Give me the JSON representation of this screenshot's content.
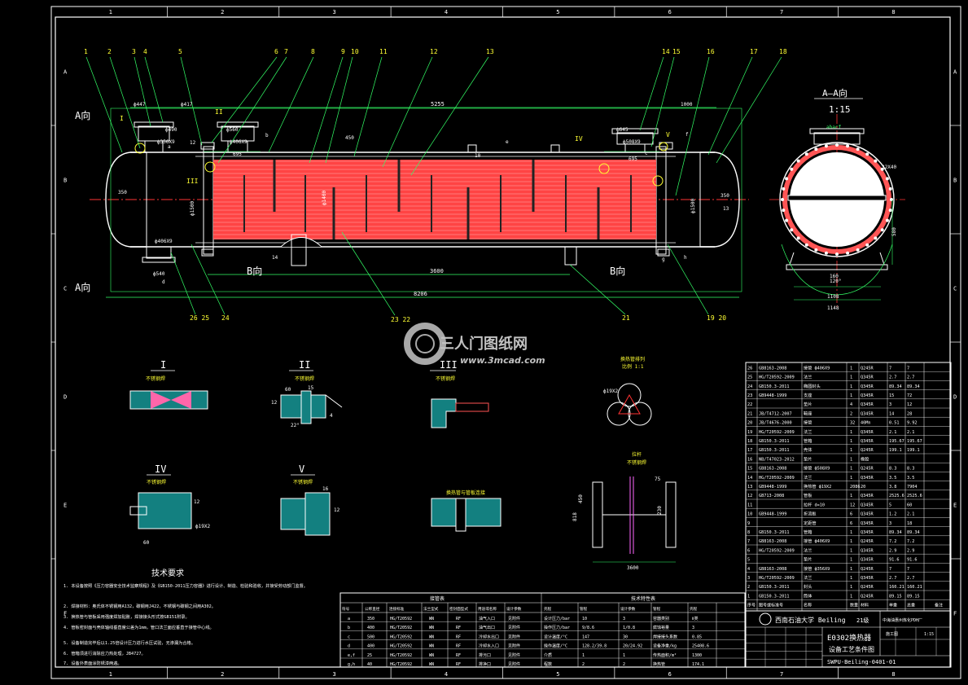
{
  "border": {
    "cols": [
      "1",
      "2",
      "3",
      "4",
      "5",
      "6",
      "7",
      "8"
    ],
    "rows": [
      "A",
      "B",
      "C",
      "D",
      "E",
      "F"
    ]
  },
  "main_view": {
    "parts": [
      "1",
      "2",
      "3",
      "4",
      "5",
      "6",
      "7",
      "8",
      "9",
      "10",
      "11",
      "12",
      "13",
      "14",
      "15",
      "16",
      "17",
      "18"
    ],
    "bottom_parts": [
      "26 25",
      "24",
      "23 22",
      "21",
      "19 20"
    ],
    "labels": {
      "view_a_top": "A向",
      "view_a_bottom": "A向",
      "view_b_left": "B向",
      "view_b_right": "B向",
      "overall_length": "8206",
      "tube_length": "5255",
      "support_spacing": "3600",
      "d447": "ф447",
      "d417": "ф417",
      "d645": "ф645",
      "len1": "1000",
      "d490": "ф490",
      "d540": "ф540",
      "d560": "ф560",
      "d356": "ф356X9",
      "d406a": "ф406X9",
      "d406b": "ф406X9",
      "d508": "ф508X9",
      "d1500": "ф1500",
      "d1400": "ф1400",
      "left_350": "350",
      "right_350": "350",
      "spacing_450": "450",
      "spacing_695a": "695",
      "spacing_695b": "695",
      "noz_a": "a",
      "noz_b": "b",
      "noz_c": "c",
      "noz_d": "d",
      "noz_e": "e",
      "noz_f": "f",
      "noz_g": "g",
      "noz_h": "h",
      "n10": "10",
      "n12": "12",
      "n13": "13",
      "n14": "14",
      "n11": "11",
      "r1": "I",
      "r2": "II",
      "r3": "III",
      "r4": "IV",
      "r5": "V"
    }
  },
  "section_view": {
    "title": "A—A向",
    "scale": "1:15",
    "label_abcf": "abacf",
    "dim_32": "32X40",
    "dim_120": "120°",
    "dim_1108": "1108",
    "dim_1148": "1148",
    "dim_160": "160",
    "dim_580": "580"
  },
  "details": {
    "titles": [
      "I",
      "II",
      "III",
      "IV",
      "V"
    ],
    "detail1_label": "不锈钢焊",
    "detail2_label": "不锈钢焊",
    "detail3_label": "不锈钢焊",
    "detail4_label": "不锈钢焊",
    "detail5_label": "不锈钢焊",
    "detail6_label": "换热管与管板连接",
    "detail7_title": "换热管排列",
    "detail7_scale": "比例 1:1",
    "detail7_dim": "ф19X2",
    "detail8_title": "拉杆",
    "detail8_sub": "不锈钢焊",
    "detail8_dim": "3600",
    "d2_60": "60",
    "d2_15": "15",
    "d2_12": "12",
    "d2_22": "22°",
    "d2_4": "4",
    "d4_60": "60",
    "d4_12": "12",
    "d4_19": "ф19X2",
    "d5_12": "12",
    "d5_16": "16",
    "d8_450": "450",
    "d8_818": "818",
    "d8_75": "75",
    "d8_230": "230"
  },
  "tech_req": {
    "title": "技术要求",
    "lines": [
      "1. 本设备按照《压力容器安全技术监察规程》及《GB150-2011压力容器》进行设计、制造、检验和验收，并接受劳动部门监督。",
      "2. 焊接材料：奥氏体不锈钢用A132，碳钢用J422，不锈钢与碳钢之间用A302。",
      "3. 换热管与管板采用强度焊加贴胀，焊接接头形式按GB151附录。",
      "4. 管板密封面与壳体轴线垂直度公差为1mm，管口法兰面应垂直于接管中心线。",
      "5. 设备制造完毕后以1.25倍设计压力进行水压试验，无渗漏为合格。",
      "6. 管箱须进行消除应力热处理，JB4727。",
      "7. 设备外表面涂防锈漆两遍。"
    ]
  },
  "nozzle_table": {
    "title_left": "接管表",
    "title_right": "技术特性表",
    "headers": [
      "符号",
      "公称直径",
      "连接标准",
      "法兰型式",
      "密封面型式",
      "用途或名称",
      "设计参数",
      "壳程",
      "管程",
      "设计参数",
      "管程",
      "壳程"
    ],
    "rows": [
      [
        "a",
        "350",
        "HG/T20592",
        "WN",
        "RF",
        "油气入口",
        "见附件",
        "设计压力/bar",
        "10",
        "3",
        "容器类别",
        "Ⅱ类"
      ],
      [
        "b",
        "400",
        "HG/T20592",
        "WN",
        "RF",
        "油气出口",
        "见附件",
        "操作压力/bar",
        "9/8.6",
        "1/0.8",
        "腐蚀裕量",
        "3"
      ],
      [
        "c",
        "500",
        "HG/T20592",
        "WN",
        "RF",
        "冷却水出口",
        "见附件",
        "设计温度/°C",
        "147",
        "30",
        "焊接接头系数",
        "0.85"
      ],
      [
        "d",
        "400",
        "HG/T20592",
        "WN",
        "RF",
        "冷却水入口",
        "见附件",
        "操作温度/°C",
        "128.2/39.8",
        "20/24.92",
        "设备净重/kg",
        "25408.6"
      ],
      [
        "e,f",
        "25",
        "HG/T20592",
        "WN",
        "RF",
        "排污口",
        "见附件",
        "介质",
        "1",
        "1",
        "传热面积/m²",
        "1300"
      ],
      [
        "g,h",
        "40",
        "HG/T20592",
        "WN",
        "RF",
        "排净口",
        "见附件",
        "程数",
        "2",
        "2",
        "换热管",
        "174.1"
      ]
    ]
  },
  "bom": {
    "rows": [
      [
        "26",
        "GB8163-2008",
        "接管 ф406X9",
        "1",
        "Q245R",
        "7",
        "7"
      ],
      [
        "25",
        "HG/T20592-2009",
        "法兰",
        "1",
        "Q345R",
        "2.7",
        "2.7"
      ],
      [
        "24",
        "GB150.3-2011",
        "椭圆封头",
        "1",
        "Q345R",
        "89.34",
        "89.34"
      ],
      [
        "23",
        "GB9448-1999",
        "支座",
        "1",
        "Q345R",
        "15",
        "72"
      ],
      [
        "22",
        "",
        "垫片",
        "4",
        "Q345R",
        "3",
        "12"
      ],
      [
        "21",
        "JB/T4712-2007",
        "鞍座",
        "2",
        "Q345R",
        "14",
        "28"
      ],
      [
        "20",
        "JB/T4676-2000",
        "接管",
        "32",
        "40Mn",
        "0.51",
        "9.92"
      ],
      [
        "19",
        "HG/T20592-2009",
        "法兰",
        "1",
        "Q345R",
        "2.1",
        "2.1"
      ],
      [
        "18",
        "GB150.3-2011",
        "管箱",
        "1",
        "Q345R",
        "195.67",
        "195.67"
      ],
      [
        "17",
        "GB150.3-2011",
        "壳体",
        "1",
        "Q245R",
        "199.1",
        "199.1"
      ],
      [
        "16",
        "NB/T47023-2012",
        "垫片",
        "1",
        "橡胶",
        "",
        ""
      ],
      [
        "15",
        "GB8163-2008",
        "接管 ф508X9",
        "1",
        "Q245R",
        "8.3",
        "8.3"
      ],
      [
        "14",
        "HG/T20592-2009",
        "法兰",
        "1",
        "Q345R",
        "3.5",
        "3.5"
      ],
      [
        "13",
        "GB9448-1999",
        "换热管 ф19X2",
        "2086",
        "20",
        "3.8",
        "7904"
      ],
      [
        "12",
        "GB713-2008",
        "管板",
        "1",
        "Q345R",
        "2525.6",
        "2525.6"
      ],
      [
        "11",
        "",
        "拉杆 d=10",
        "12",
        "Q345R",
        "5",
        "60"
      ],
      [
        "10",
        "GB9448-1999",
        "折流板",
        "6",
        "Q345R",
        "1.2",
        "2.1"
      ],
      [
        "9",
        "",
        "定距管",
        "6",
        "Q345R",
        "3",
        "18"
      ],
      [
        "8",
        "GB150.3-2011",
        "管箱",
        "1",
        "Q345R",
        "89.34",
        "89.34"
      ],
      [
        "7",
        "GB8163-2008",
        "接管 ф406X9",
        "1",
        "Q245R",
        "7.2",
        "7.2"
      ],
      [
        "6",
        "HG/T20592-2009",
        "法兰",
        "1",
        "Q345R",
        "2.9",
        "2.9"
      ],
      [
        "5",
        "",
        "垫片",
        "1",
        "Q345R",
        "91.6",
        "91.6"
      ],
      [
        "4",
        "GB8163-2008",
        "接管 ф356X9",
        "1",
        "Q245R",
        "7",
        "7"
      ],
      [
        "3",
        "HG/T20592-2009",
        "法兰",
        "1",
        "Q345R",
        "2.7",
        "2.7"
      ],
      [
        "2",
        "GB150.3-2011",
        "封头",
        "1",
        "Q245R",
        "160.21",
        "160.21"
      ],
      [
        "1",
        "GB150.3-2011",
        "筒体",
        "1",
        "Q245R",
        "89.15",
        "89.15"
      ]
    ],
    "header": [
      "序号",
      "图号或标准号",
      "名称",
      "数量",
      "材料",
      "单重",
      "总重"
    ],
    "header_extra": "备注"
  },
  "title_block": {
    "school": "西南石油大学 Beiling",
    "class": "21级",
    "project": "中海油惠州炼化PDH厂",
    "drawing_name_1": "E0302换热器",
    "drawing_name_2": "设备工艺条件图",
    "drawing_no": "SWPU-Beiling-0401-01",
    "stage": "施工图",
    "scale": "1:15"
  },
  "watermark": {
    "brand": "三人门图纸网",
    "url": "www.3mcad.com"
  },
  "colors": {
    "line": "#ffffff",
    "dim": "#33ff66",
    "center": "#ff3333",
    "tube": "#ff5555",
    "baffle": "#222222",
    "text_yellow": "#ffff33",
    "hatch": "#33cccc",
    "flange": "#4488ff",
    "weld": "#ff66aa"
  }
}
